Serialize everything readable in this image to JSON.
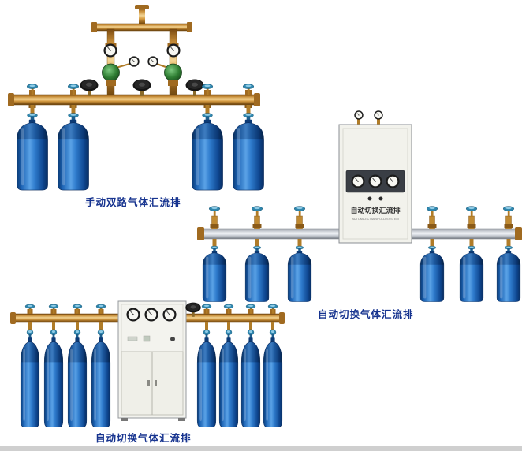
{
  "products": [
    {
      "id": "manual-dual-manifold",
      "caption": "手动双路气体汇流排",
      "cylinder_count": 4
    },
    {
      "id": "auto-switch-manifold-with-cabinet",
      "caption": "自动切换气体汇流排",
      "cylinder_count": 6,
      "cabinet": {
        "label_cn": "自动切换汇流排",
        "label_en": "AUTOMATIC MANIFOLD SYSTEM",
        "gauge_count": 3
      }
    },
    {
      "id": "auto-switch-manifold-tall-cabinet",
      "caption": "自动切换气体汇流排",
      "cylinder_count": 8,
      "cabinet": {
        "gauge_count": 3
      }
    }
  ],
  "colors": {
    "page_bg": "#ffffff",
    "caption_text": "#16338f",
    "cylinder_blue": "#2f7ccd",
    "brass": "#c98f3a",
    "steel_pipe": "#c2c6cd",
    "cabinet_body": "#f2f2ec",
    "valve_teal": "#2f86ad",
    "regulator_green": "#2e7d32"
  }
}
